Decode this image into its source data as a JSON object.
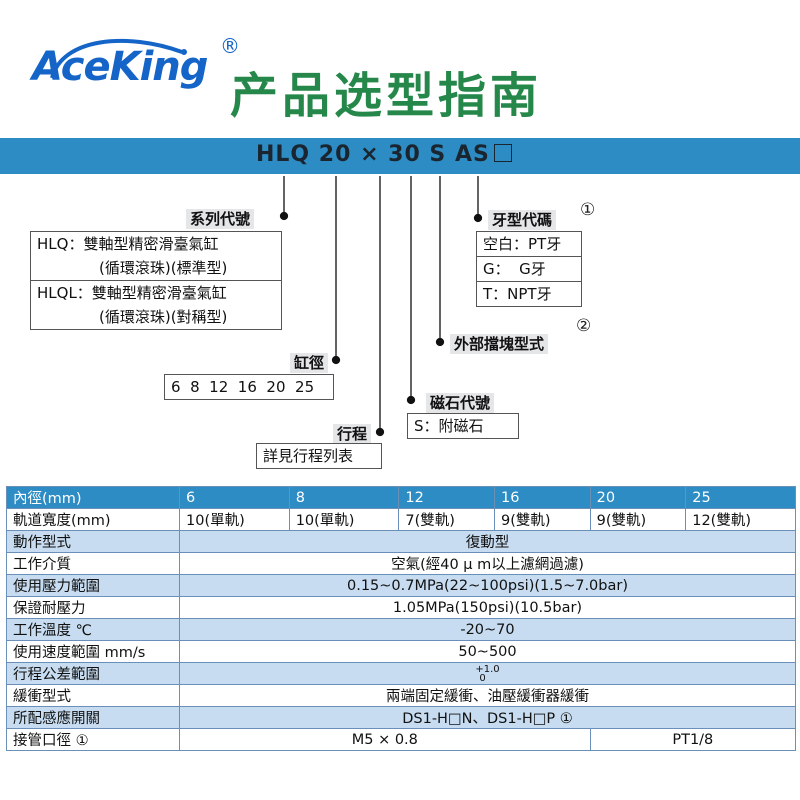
{
  "brand": {
    "name": "AceKing",
    "registered": "®",
    "brand_color": "#1565c8"
  },
  "title": "产品选型指南",
  "title_color": "#25884a",
  "model_code": "HLQ 20 × 30 S AS",
  "band_color": "#2d8cc4",
  "series": {
    "label": "系列代號",
    "rows": [
      "HLQ：雙軸型精密滑臺氣缸",
      "(循環滾珠)(標準型)",
      "HLQL：雙軸型精密滑臺氣缸",
      "(循環滾珠)(對稱型)"
    ]
  },
  "bore": {
    "label": "缸徑",
    "values": "6  8  12  16  20  25"
  },
  "stroke": {
    "label": "行程",
    "value": "詳見行程列表"
  },
  "magnet": {
    "label": "磁石代號",
    "value": "S：附磁石"
  },
  "external": {
    "label": "外部擋塊型式",
    "note": "②"
  },
  "thread": {
    "label": "牙型代碼",
    "note": "①",
    "rows": [
      "空白：PT牙",
      "G：  G牙",
      "T：NPT牙"
    ]
  },
  "table": {
    "header": [
      "內徑(mm)",
      "6",
      "8",
      "12",
      "16",
      "20",
      "25"
    ],
    "rail": [
      "軌道寬度(mm)",
      "10(單軌)",
      "10(單軌)",
      "7(雙軌)",
      "9(雙軌)",
      "9(雙軌)",
      "12(雙軌)"
    ],
    "rows": [
      {
        "name": "動作型式",
        "value": "復動型"
      },
      {
        "name": "工作介質",
        "value": "空氣(經40 μ m以上濾網過濾)"
      },
      {
        "name": "使用壓力範圍",
        "value": "0.15~0.7MPa(22~100psi)(1.5~7.0bar)"
      },
      {
        "name": "保證耐壓力",
        "value": "1.05MPa(150psi)(10.5bar)"
      },
      {
        "name": "工作溫度 ℃",
        "value": "-20~70"
      },
      {
        "name": "使用速度範圍 mm/s",
        "value": "50~500"
      },
      {
        "name": "行程公差範圍",
        "value_upper": "+1.0",
        "value_lower": "0"
      },
      {
        "name": "緩衝型式",
        "value": "兩端固定緩衝、油壓緩衝器緩衝"
      },
      {
        "name": "所配感應開關",
        "value": "DS1-H□N、DS1-H□P ①"
      }
    ],
    "port": {
      "name": "接管口徑 ①",
      "value_a": "M5 × 0.8",
      "value_b": "PT1/8"
    }
  }
}
